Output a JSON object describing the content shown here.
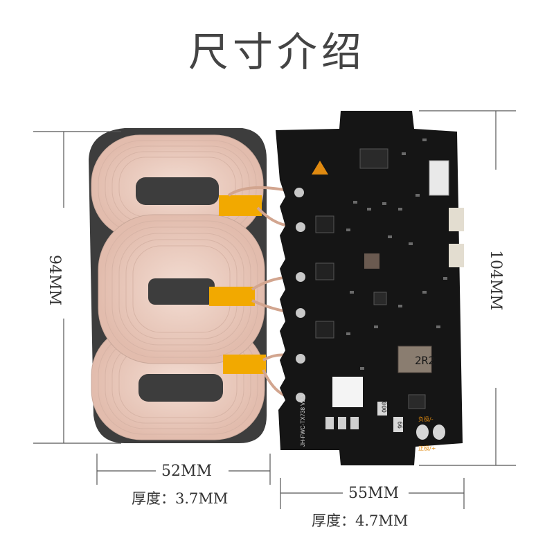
{
  "title": "尺寸介绍",
  "coil": {
    "height_label": "94MM",
    "width_label": "52MM",
    "thickness_label": "厚度：3.7MM"
  },
  "board": {
    "height_label": "104MM",
    "width_label": "55MM",
    "thickness_label": "厚度：4.7MM",
    "inductor_marking": "2R2",
    "chip_marking_1": "000",
    "chip_marking_2": "99",
    "silkscreen_model": "JH-FWC-TX738 V2.1",
    "neg_label": "负极/-",
    "pos_label": "正极/+"
  },
  "colors": {
    "background": "#ffffff",
    "ferrite": "#3a3a3a",
    "copper_wire": "#e8c9bd",
    "tape": "#f0a800",
    "pcb": "#121212",
    "dim_line": "#555555"
  }
}
